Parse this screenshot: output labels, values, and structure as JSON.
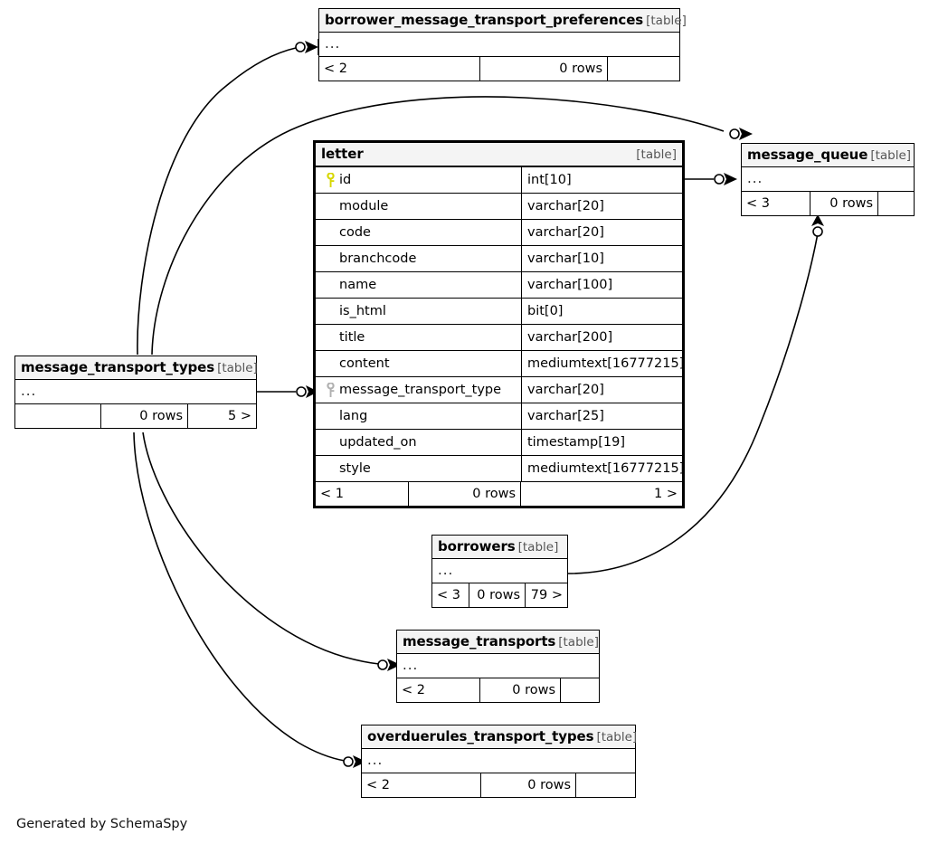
{
  "diagram": {
    "generator_caption": "Generated by SchemaSpy",
    "kind_label": "[table]",
    "ellipsis": "...",
    "rows_label": "0 rows"
  },
  "tables": {
    "borrower_message_transport_preferences": {
      "name": "borrower_message_transport_preferences",
      "kind": "[table]",
      "body_ellipsis": "...",
      "footer": {
        "left": "< 2",
        "middle": "0 rows",
        "right": ""
      }
    },
    "letter": {
      "name": "letter",
      "kind": "[table]",
      "columns": [
        {
          "key": "primary",
          "key_icon": "primary-key-icon",
          "name": "id",
          "type": "int[10]"
        },
        {
          "key": "none",
          "key_icon": "",
          "name": "module",
          "type": "varchar[20]"
        },
        {
          "key": "none",
          "key_icon": "",
          "name": "code",
          "type": "varchar[20]"
        },
        {
          "key": "none",
          "key_icon": "",
          "name": "branchcode",
          "type": "varchar[10]"
        },
        {
          "key": "none",
          "key_icon": "",
          "name": "name",
          "type": "varchar[100]"
        },
        {
          "key": "none",
          "key_icon": "",
          "name": "is_html",
          "type": "bit[0]"
        },
        {
          "key": "none",
          "key_icon": "",
          "name": "title",
          "type": "varchar[200]"
        },
        {
          "key": "none",
          "key_icon": "",
          "name": "content",
          "type": "mediumtext[16777215]"
        },
        {
          "key": "foreign",
          "key_icon": "foreign-key-icon",
          "name": "message_transport_type",
          "type": "varchar[20]"
        },
        {
          "key": "none",
          "key_icon": "",
          "name": "lang",
          "type": "varchar[25]"
        },
        {
          "key": "none",
          "key_icon": "",
          "name": "updated_on",
          "type": "timestamp[19]"
        },
        {
          "key": "none",
          "key_icon": "",
          "name": "style",
          "type": "mediumtext[16777215]"
        }
      ],
      "footer": {
        "left": "< 1",
        "middle": "0 rows",
        "right": "1 >"
      }
    },
    "message_queue": {
      "name": "message_queue",
      "kind": "[table]",
      "body_ellipsis": "...",
      "footer": {
        "left": "< 3",
        "middle": "0 rows",
        "right": ""
      }
    },
    "message_transport_types": {
      "name": "message_transport_types",
      "kind": "[table]",
      "body_ellipsis": "...",
      "footer": {
        "left": "",
        "middle": "0 rows",
        "right": "5 >"
      }
    },
    "borrowers": {
      "name": "borrowers",
      "kind": "[table]",
      "body_ellipsis": "...",
      "footer": {
        "left": "< 3",
        "middle": "0 rows",
        "right": "79 >"
      }
    },
    "message_transports": {
      "name": "message_transports",
      "kind": "[table]",
      "body_ellipsis": "...",
      "footer": {
        "left": "< 2",
        "middle": "0 rows",
        "right": ""
      }
    },
    "overduerules_transport_types": {
      "name": "overduerules_transport_types",
      "kind": "[table]",
      "body_ellipsis": "...",
      "footer": {
        "left": "< 2",
        "middle": "0 rows",
        "right": ""
      }
    }
  },
  "colors": {
    "primary_key": "#d7d700",
    "foreign_key": "#b0b0b0",
    "header_fill": "#f4f4f4",
    "line": "#000000",
    "background": "#ffffff"
  },
  "relationships": [
    {
      "from": "message_transport_types",
      "to": "borrower_message_transport_preferences",
      "end": "crowsfoot-optional"
    },
    {
      "from": "message_transport_types",
      "to": "message_queue",
      "end": "crowsfoot-optional"
    },
    {
      "from": "message_transport_types",
      "to": "letter",
      "end": "crowsfoot-optional"
    },
    {
      "from": "message_transport_types",
      "to": "message_transports",
      "end": "crowsfoot-optional"
    },
    {
      "from": "message_transport_types",
      "to": "overduerules_transport_types",
      "end": "crowsfoot-optional"
    },
    {
      "from": "letter",
      "to": "message_queue",
      "end": "crowsfoot-optional"
    },
    {
      "from": "borrowers",
      "to": "message_queue",
      "end": "arrow-optional"
    }
  ]
}
